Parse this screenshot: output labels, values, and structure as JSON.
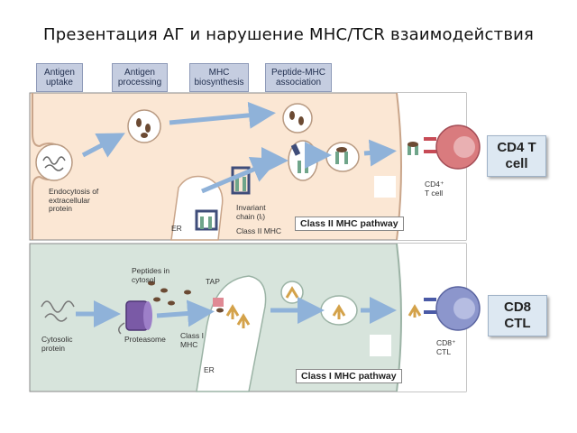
{
  "slide": {
    "title": "Презентация АГ и нарушение MHC/TCR  взаимодействия"
  },
  "steps": [
    {
      "label": "Antigen\nuptake"
    },
    {
      "label": "Antigen\nprocessing"
    },
    {
      "label": "MHC\nbiosynthesis"
    },
    {
      "label": "Peptide-MHC\nassociation"
    }
  ],
  "class2": {
    "pathway_label": "Class II MHC pathway",
    "endocytosis_label": "Endocytosis of\nextracellular\nprotein",
    "invariant_label": "Invariant\nchain (Iᵢ)",
    "class2_mhc_label": "Class II MHC",
    "er_label": "ER",
    "cd4_label": "CD4⁺\nT cell"
  },
  "class1": {
    "pathway_label": "Class I MHC pathway",
    "cytosolic_label": "Cytosolic\nprotein",
    "peptides_label": "Peptides in\ncytosol",
    "tap_label": "TAP",
    "proteasome_label": "Proteasome",
    "class1_mhc_label": "Class I\nMHC",
    "er_label": "ER",
    "cd8_label": "CD8⁺\nCTL"
  },
  "callouts": [
    {
      "label": "CD4 T\ncell"
    },
    {
      "label": "CD8\nCTL"
    }
  ],
  "colors": {
    "top_panel": "#fbe7d4",
    "bottom_panel": "#d7e4dc",
    "arrow": "#8fb2d9",
    "cd4_cell": "#d97b7e",
    "cd8_cell": "#8c96cc",
    "step_box": "#c5cde0"
  }
}
